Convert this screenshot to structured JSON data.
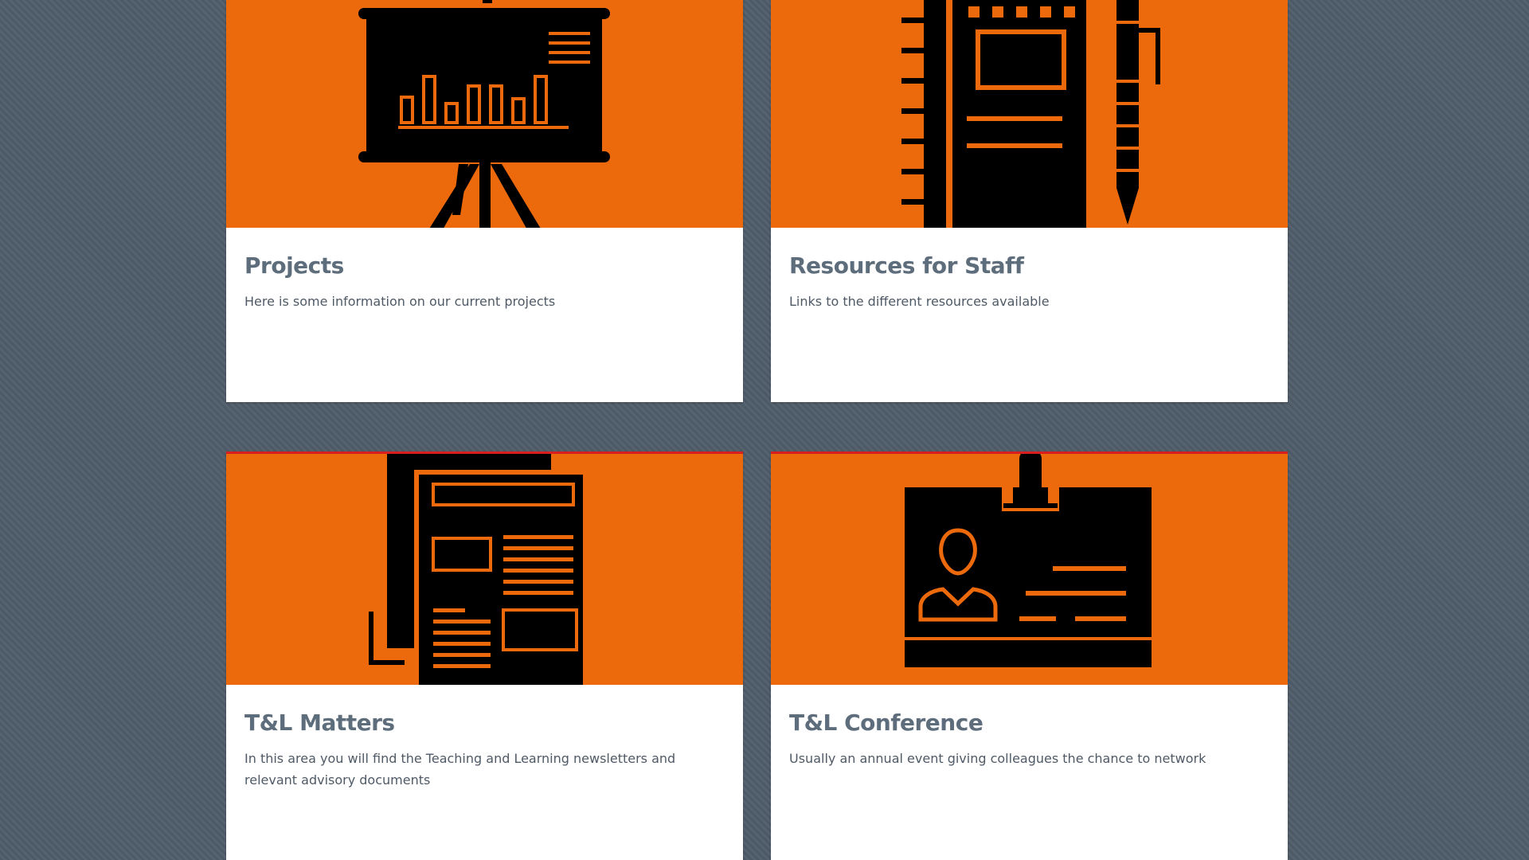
{
  "colors": {
    "accent": "#ec6a0c",
    "icon": "#000000",
    "title": "#5e6d7b",
    "text": "#4f5a66",
    "background": "#4c5966"
  },
  "cards": [
    {
      "title": "Projects",
      "description": "Here is some information on our current projects",
      "icon": "presentation-board-chart-icon"
    },
    {
      "title": "Resources for Staff",
      "description": "Links to the different resources available",
      "icon": "notebook-ruler-pen-icon"
    },
    {
      "title": "T&L Matters",
      "description": "In this area you will find the Teaching and Learning newsletters and relevant advisory documents",
      "icon": "newsletter-document-icon"
    },
    {
      "title": "T&L Conference",
      "description": "Usually an annual event giving colleagues the chance to network",
      "icon": "id-badge-icon"
    }
  ]
}
